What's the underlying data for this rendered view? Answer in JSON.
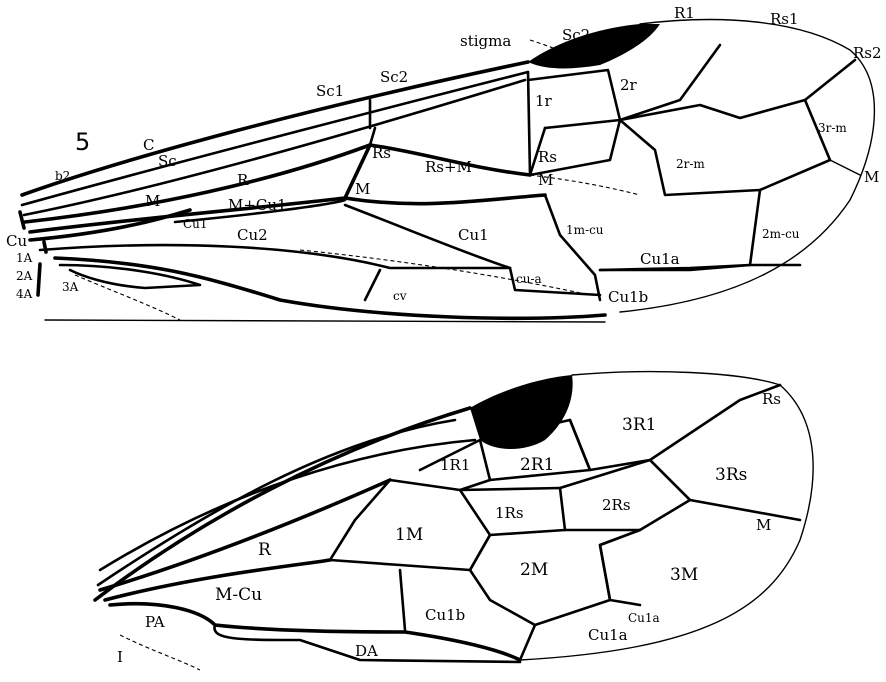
{
  "figure_number": "5",
  "upper_wing": {
    "labels": {
      "stigma": "stigma",
      "sc2_top": "Sc2",
      "r1": "R1",
      "rs1": "Rs1",
      "rs2": "Rs2",
      "sc1": "Sc1",
      "sc2": "Sc2",
      "r_1r": "1r",
      "r_2r": "2r",
      "c": "C",
      "sc": "Sc",
      "b2": "b2",
      "rs": "Rs",
      "rs_m": "Rs+M",
      "r": "R",
      "m_short": "M",
      "rs_lower": "Rs",
      "m_mid": "M",
      "r_3rm": "3r-m",
      "r_2rm": "2r-m",
      "m_tip": "M",
      "m": "M",
      "m_cu1": "M+Cu1",
      "cu": "Cu",
      "cu1_a": "Cu1",
      "cu2": "Cu2",
      "cu1_b": "Cu1",
      "m1_cu": "1m-cu",
      "m2_cu": "2m-cu",
      "a1": "1A",
      "a2": "2A",
      "a4": "4A",
      "a3": "3A",
      "cv": "cv",
      "cu_a": "cu-a",
      "cu1a": "Cu1a",
      "cu1b": "Cu1b"
    }
  },
  "lower_wing": {
    "labels": {
      "rs": "Rs",
      "r3_1": "3R1",
      "r1_1": "1R1",
      "r2_1": "2R1",
      "rs3": "3Rs",
      "m1": "1M",
      "rs1": "1Rs",
      "rs2": "2Rs",
      "m_tip": "M",
      "r": "R",
      "m2": "2M",
      "m3": "3M",
      "m_cu": "M-Cu",
      "cu1b": "Cu1b",
      "cu1a_small": "Cu1a",
      "cu1a": "Cu1a",
      "pa": "PA",
      "da": "DA",
      "numeral": "I"
    }
  },
  "colors": {
    "ink": "#000000",
    "paper": "#ffffff"
  }
}
